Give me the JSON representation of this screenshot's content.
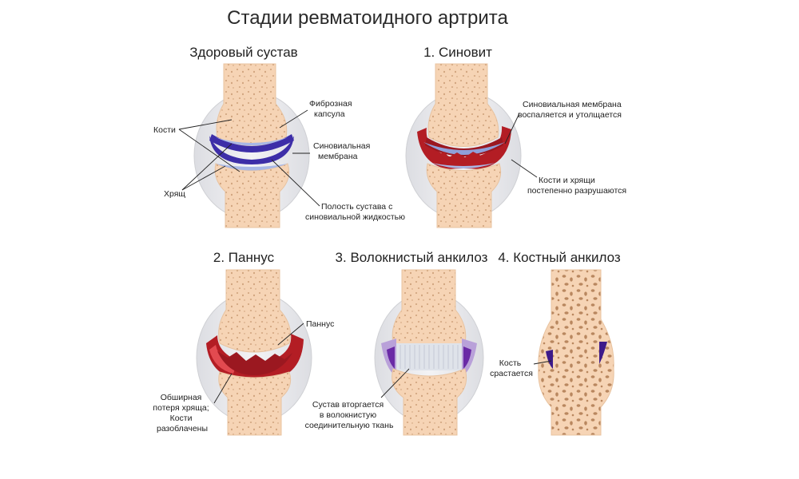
{
  "title": "Стадии ревматоидного артрита",
  "panels": {
    "healthy": {
      "title": "Здоровый сустав",
      "labels": {
        "fibrous_capsule": [
          "Фиброзная",
          "капсула"
        ],
        "bones": "Кости",
        "synovial_membrane": [
          "Синовиальная",
          "мембрана"
        ],
        "cartilage": "Хрящ",
        "joint_cavity": [
          "Полость сустава с",
          "синовиальной жидкостью"
        ]
      }
    },
    "synovitis": {
      "title": "1. Синовит",
      "labels": {
        "membrane_inflamed": [
          "Синовиальная мембрана",
          "воспаляется и утолщается"
        ],
        "bones_destroyed": [
          "Кости и хрящи",
          "постепенно разрушаются"
        ]
      }
    },
    "pannus": {
      "title": "2. Паннус",
      "labels": {
        "pannus": "Паннус",
        "cartilage_loss": [
          "Обширная",
          "потеря хряща;",
          "Кости",
          "разоблачены"
        ]
      }
    },
    "fibrous_ankylosis": {
      "title": "3. Волокнистый анкилоз",
      "labels": {
        "joint_invaded": [
          "Сустав вторгается",
          "в волокнистую",
          "соединительную ткань"
        ]
      }
    },
    "bony_ankylosis": {
      "title": "4. Костный анкилоз",
      "labels": {
        "bone_fuses": [
          "Кость",
          "срастается"
        ]
      }
    }
  },
  "colors": {
    "bone": "#f6d4b5",
    "bone_pore": "#c99a73",
    "capsule": "#ececee",
    "capsule_edge": "#cfd0d4",
    "membrane_healthy": "#3d2ea8",
    "cartilage": "#a9b8e6",
    "inflamed": "#b31d24",
    "inflamed_light": "#e24a50",
    "fibrous": "#dfe3ea",
    "purple": "#7b3fb0"
  }
}
